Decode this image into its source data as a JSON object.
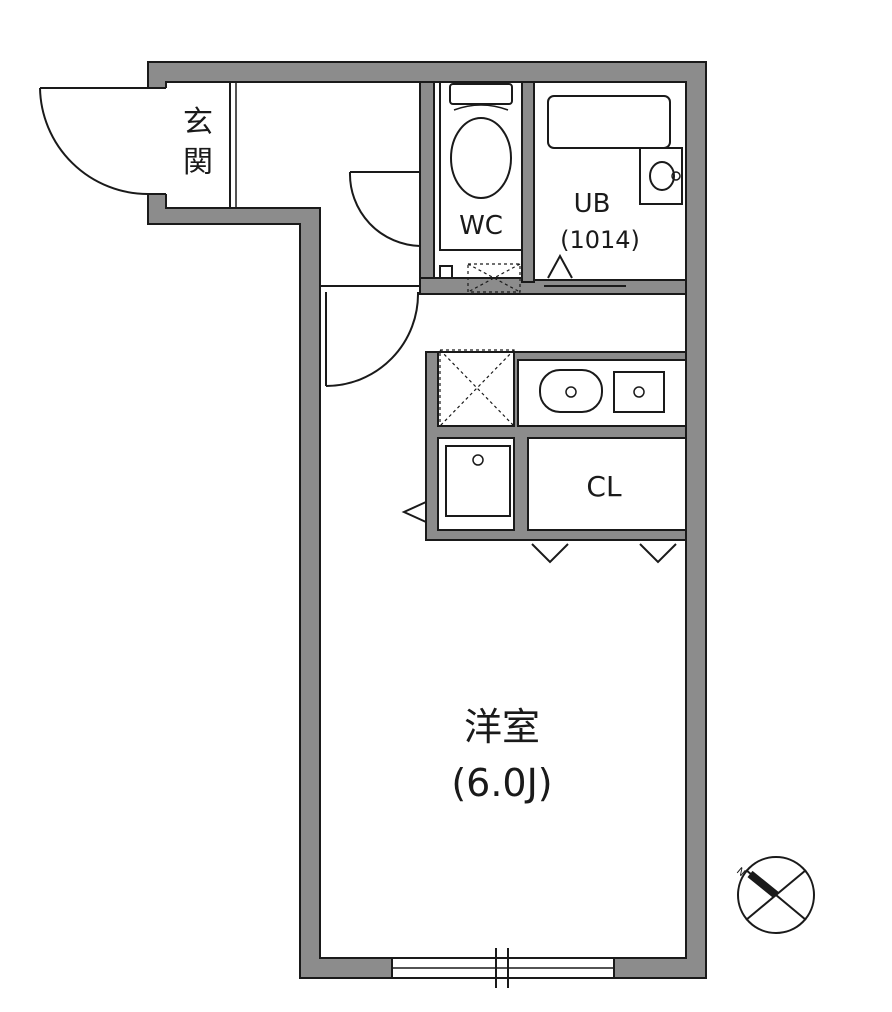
{
  "rooms": {
    "entrance": {
      "line1": "玄",
      "line2": "関"
    },
    "toilet": {
      "label": "WC"
    },
    "bath": {
      "label": "UB",
      "size": "(1014)"
    },
    "closet": {
      "label": "CL"
    },
    "western_room": {
      "label": "洋室",
      "size": "(6.0J)"
    }
  },
  "compass": {
    "north_label": "N"
  },
  "colors": {
    "wall": "#8c8c8c",
    "line": "#1a1a1a",
    "background": "#ffffff"
  }
}
